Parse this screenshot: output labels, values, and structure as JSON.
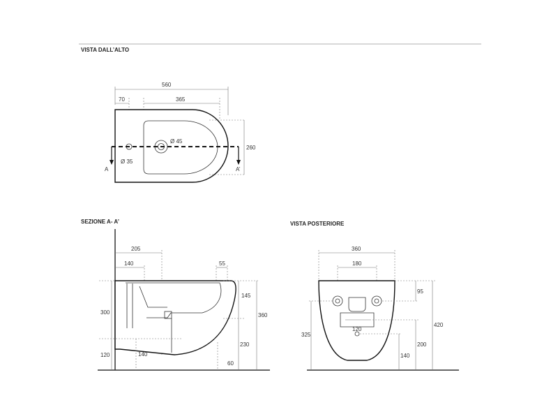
{
  "views": {
    "top": {
      "title": "VISTA DALL’ALTO",
      "dims": {
        "total_length": "560",
        "offset": "70",
        "bowl_length": "365",
        "width": "260",
        "tap_hole": "Ø 45",
        "fixing_hole": "Ø 35"
      },
      "section_marks": {
        "left": "A",
        "right": "A’"
      }
    },
    "section": {
      "title": "SEZIONE A- A’",
      "dims": {
        "d205": "205",
        "d140_top": "140",
        "d55": "55",
        "d145": "145",
        "d360": "360",
        "d300": "300",
        "d230": "230",
        "d120": "120",
        "d140_bottom": "140",
        "d60": "60"
      }
    },
    "rear": {
      "title": "VISTA POSTERIORE",
      "dims": {
        "d360": "360",
        "d180": "180",
        "d95": "95",
        "d120": "120",
        "d420": "420",
        "d325": "325",
        "d200": "200",
        "d140": "140"
      }
    }
  }
}
